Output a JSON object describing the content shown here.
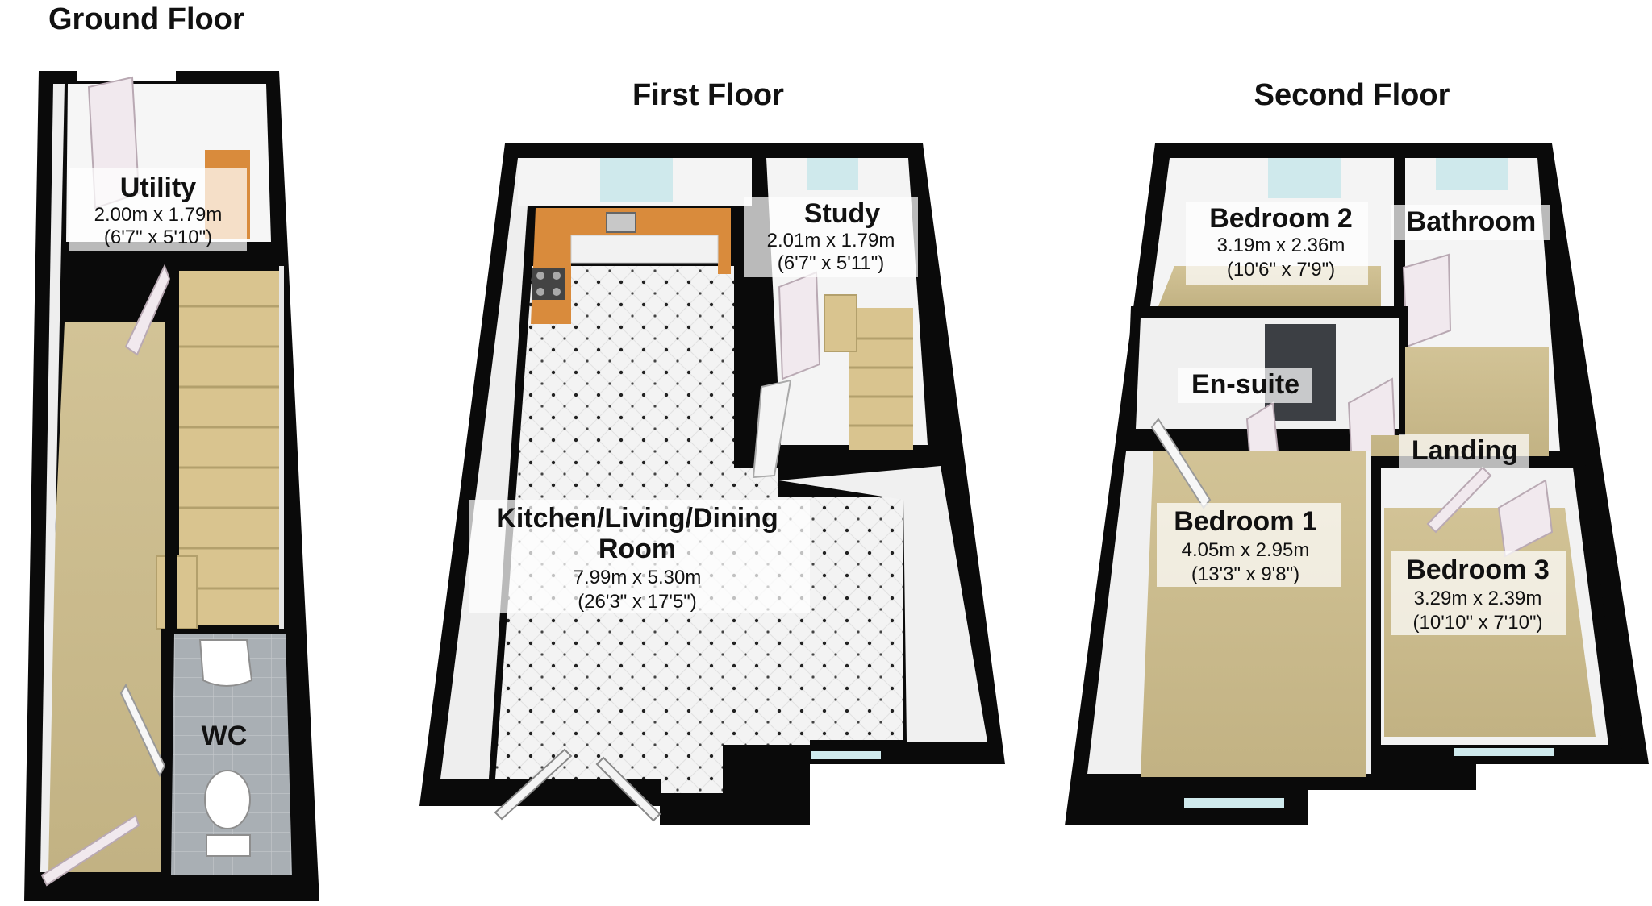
{
  "floors": {
    "ground": {
      "title": "Ground Floor",
      "utility": {
        "name": "Utility",
        "metric": "2.00m x 1.79m",
        "imperial": "(6'7\" x 5'10\")"
      },
      "wc": {
        "name": "WC"
      }
    },
    "first": {
      "title": "First Floor",
      "study": {
        "name": "Study",
        "metric": "2.01m x 1.79m",
        "imperial": "(6'7\" x 5'11\")"
      },
      "kitchen": {
        "name_line1": "Kitchen/Living/Dining",
        "name_line2": "Room",
        "metric": "7.99m x 5.30m",
        "imperial": "(26'3\" x 17'5\")"
      }
    },
    "second": {
      "title": "Second Floor",
      "bedroom2": {
        "name": "Bedroom 2",
        "metric": "3.19m x 2.36m",
        "imperial": "(10'6\" x 7'9\")"
      },
      "bathroom": {
        "name": "Bathroom"
      },
      "ensuite": {
        "name": "En-suite"
      },
      "landing": {
        "name": "Landing"
      },
      "bedroom1": {
        "name": "Bedroom 1",
        "metric": "4.05m x 2.95m",
        "imperial": "(13'3\" x 9'8\")"
      },
      "bedroom3": {
        "name": "Bedroom 3",
        "metric": "3.29m x 2.39m",
        "imperial": "(10'10\" x 7'10\")"
      }
    }
  },
  "colors": {
    "wall": "#0a0a0a",
    "wall_face": "#f4f4f4",
    "carpet": "#c9b98c",
    "tile_floor": "#f2f2f2",
    "wc_tile": "#a9afb4",
    "worktop": "#d98b3c",
    "stairs": "#d9c48f",
    "window": "#cfe9ec"
  }
}
